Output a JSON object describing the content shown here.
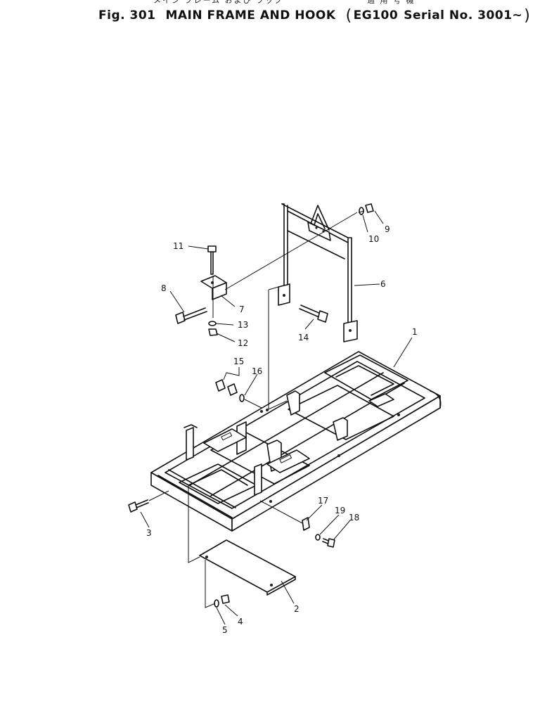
{
  "header": {
    "jp_title": "メイン フレーム および フック",
    "jp_note": "適 用 号 機",
    "fig_number": "Fig. 301",
    "title": "MAIN FRAME AND HOOK",
    "model": "EG100",
    "serial": "Serial No. 3001~"
  },
  "callouts": [
    "1",
    "2",
    "3",
    "4",
    "5",
    "6",
    "7",
    "8",
    "9",
    "10",
    "11",
    "12",
    "13",
    "14",
    "15",
    "16",
    "17",
    "18",
    "19"
  ],
  "colors": {
    "ink": "#111111",
    "paper": "#ffffff"
  }
}
